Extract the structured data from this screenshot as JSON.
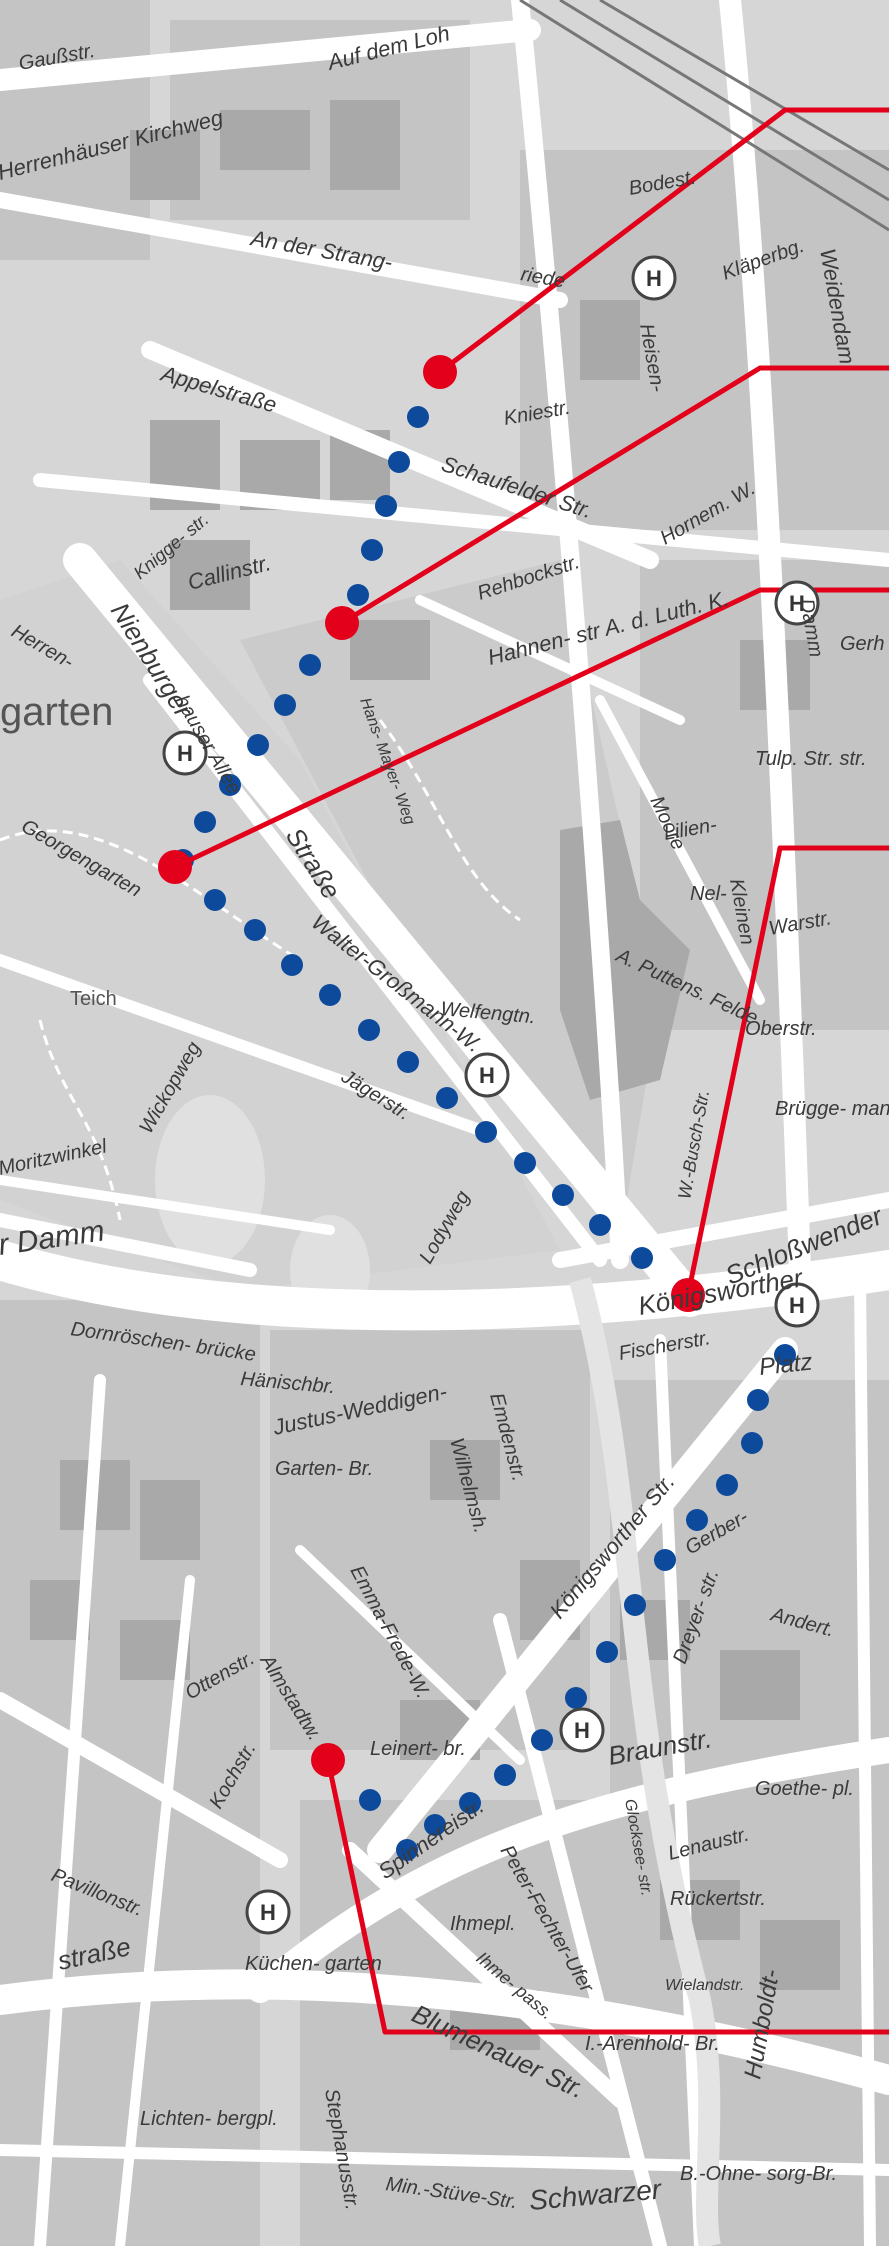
{
  "colors": {
    "background": "#d6d6d6",
    "street": "#ffffff",
    "block": "#c4c4c4",
    "building": "#b0b0b0",
    "park": "#cfcfcf",
    "route_line": "#e2001a",
    "route_dots": "#0d4a9c",
    "stop_ring": "#444444"
  },
  "stop_symbol": "H",
  "labels": [
    {
      "id": "l1",
      "text": "Auf dem Loh"
    },
    {
      "id": "l2",
      "text": "Gaußstr."
    },
    {
      "id": "l3",
      "text": "Herrenhäuser Kirchweg"
    },
    {
      "id": "l4",
      "text": "An der Strang-"
    },
    {
      "id": "l5",
      "text": "riede"
    },
    {
      "id": "l6",
      "text": "Bodest."
    },
    {
      "id": "l7",
      "text": "Appelstraße"
    },
    {
      "id": "l8",
      "text": "Kniestr."
    },
    {
      "id": "l9",
      "text": "Schaufelder Str."
    },
    {
      "id": "l10",
      "text": "Callinstr."
    },
    {
      "id": "l11",
      "text": "Rehbockstr."
    },
    {
      "id": "l12",
      "text": "Hahnen- str A. d. Luth. K."
    },
    {
      "id": "l13",
      "text": "garten"
    },
    {
      "id": "l14",
      "text": "Nienburger"
    },
    {
      "id": "l15",
      "text": "Straße"
    },
    {
      "id": "l16",
      "text": "Georgengarten"
    },
    {
      "id": "l17",
      "text": "Teich"
    },
    {
      "id": "l18",
      "text": "Walter-Großmann-W."
    },
    {
      "id": "l19",
      "text": "Jägerstr."
    },
    {
      "id": "l20",
      "text": "Wickopweg"
    },
    {
      "id": "l21",
      "text": "Moritzwinkel"
    },
    {
      "id": "l22",
      "text": "r Damm"
    },
    {
      "id": "l23",
      "text": "Welfengtn."
    },
    {
      "id": "l24",
      "text": "A. Puttens. Felde"
    },
    {
      "id": "l25",
      "text": "Oberstr."
    },
    {
      "id": "l26",
      "text": "Brügge- mann- hf."
    },
    {
      "id": "l27",
      "text": "Schloßwender"
    },
    {
      "id": "l28",
      "text": "Königsworther"
    },
    {
      "id": "l29",
      "text": "Platz"
    },
    {
      "id": "l30",
      "text": "Dornröschen- brücke"
    },
    {
      "id": "l31",
      "text": "Hänischbr."
    },
    {
      "id": "l32",
      "text": "Justus-Weddigen-"
    },
    {
      "id": "l33",
      "text": "Garten- Br."
    },
    {
      "id": "l34",
      "text": "Emma-Frede-W."
    },
    {
      "id": "l35",
      "text": "Königsworther Str."
    },
    {
      "id": "l36",
      "text": "Gerber-"
    },
    {
      "id": "l37",
      "text": "Andert."
    },
    {
      "id": "l38",
      "text": "Braunstr."
    },
    {
      "id": "l39",
      "text": "Goethe- pl."
    },
    {
      "id": "l40",
      "text": "Lenaustr."
    },
    {
      "id": "l41",
      "text": "Rückertstr."
    },
    {
      "id": "l42",
      "text": "Wielandstr."
    },
    {
      "id": "l43",
      "text": "Peter-Fechter-Ufer"
    },
    {
      "id": "l44",
      "text": "Ihmepl."
    },
    {
      "id": "l45",
      "text": "Spinnereistr."
    },
    {
      "id": "l46",
      "text": "Leinert- br."
    },
    {
      "id": "l47",
      "text": "Blumenauer Str."
    },
    {
      "id": "l48",
      "text": "Schwarzer"
    },
    {
      "id": "l49",
      "text": "Küchen- garten"
    },
    {
      "id": "l50",
      "text": "straße"
    },
    {
      "id": "l51",
      "text": "Pavillonstr."
    },
    {
      "id": "l52",
      "text": "Ottenstr."
    },
    {
      "id": "l53",
      "text": "Kochstr."
    },
    {
      "id": "l54",
      "text": "Almstadtw."
    },
    {
      "id": "l55",
      "text": "Min.-Stüve-Str."
    },
    {
      "id": "l56",
      "text": "Stephanusstr."
    },
    {
      "id": "l57",
      "text": "Lichten- bergpl."
    },
    {
      "id": "l58",
      "text": "Humboldt-"
    },
    {
      "id": "l59",
      "text": "B.-Ohne- sorg-Br."
    },
    {
      "id": "l60",
      "text": "Moore"
    },
    {
      "id": "l61",
      "text": "Lilien-"
    },
    {
      "id": "l62",
      "text": "Tulp. Str. str."
    },
    {
      "id": "l63",
      "text": "Warstr."
    },
    {
      "id": "l64",
      "text": "Heisen-"
    },
    {
      "id": "l65",
      "text": "Kläperbg."
    },
    {
      "id": "l66",
      "text": "Weidendam"
    },
    {
      "id": "l67",
      "text": "Hornem. W."
    },
    {
      "id": "l68",
      "text": "Gerh"
    },
    {
      "id": "l69",
      "text": "Damm"
    },
    {
      "id": "l70",
      "text": "Dreyer- str."
    },
    {
      "id": "l71",
      "text": "Wilhelmsh."
    },
    {
      "id": "l72",
      "text": "Emdenstr."
    },
    {
      "id": "l73",
      "text": "Herren-"
    },
    {
      "id": "l74",
      "text": "hauser Allee"
    },
    {
      "id": "l75",
      "text": "Knigge- str."
    },
    {
      "id": "l76",
      "text": "Lodyweg"
    },
    {
      "id": "l77",
      "text": "W.-Busch-Str."
    },
    {
      "id": "l78",
      "text": "Fischerstr."
    },
    {
      "id": "l79",
      "text": "Ihme- pass."
    },
    {
      "id": "l80",
      "text": "I.-Arenhold- Br."
    },
    {
      "id": "l81",
      "text": "Nel-"
    },
    {
      "id": "l82",
      "text": "Kleinen"
    },
    {
      "id": "l83",
      "text": "Hans- Mayer- Weg"
    },
    {
      "id": "l84",
      "text": "Glocksee- str."
    }
  ]
}
